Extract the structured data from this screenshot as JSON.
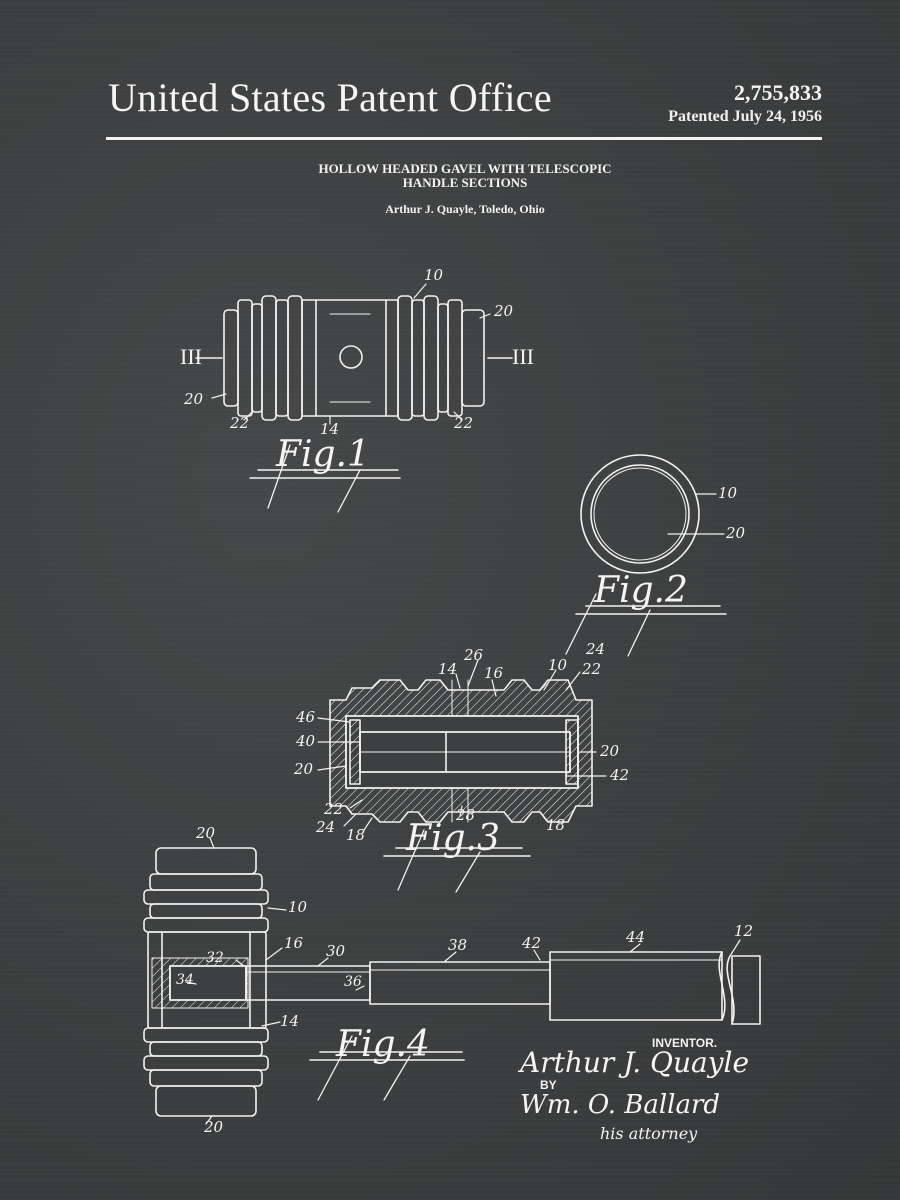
{
  "header": {
    "office": "United States Patent Office",
    "number": "2,755,833",
    "date": "Patented July 24, 1956"
  },
  "invention": {
    "title_line1": "HOLLOW HEADED GAVEL WITH TELESCOPIC",
    "title_line2": "HANDLE SECTIONS",
    "inventor_line": "Arthur J. Quayle, Toledo, Ohio"
  },
  "figures": {
    "fig1": {
      "label": "Fig.1",
      "section_left": "III",
      "section_right": "III",
      "refs": {
        "r10": "10",
        "r20a": "20",
        "r20b": "20",
        "r22a": "22",
        "r14": "14",
        "r22b": "22"
      }
    },
    "fig2": {
      "label": "Fig.2",
      "refs": {
        "r10": "10",
        "r20": "20",
        "r24": "24"
      }
    },
    "fig3": {
      "label": "Fig.3",
      "refs": {
        "r14": "14",
        "r26": "26",
        "r16": "16",
        "r10": "10",
        "r22": "22",
        "r46": "46",
        "r40": "40",
        "r20a": "20",
        "r20b": "20",
        "r42": "42",
        "r22b": "22",
        "r24": "24",
        "r18a": "18",
        "r28": "28",
        "r18b": "18"
      }
    },
    "fig4": {
      "label": "Fig.4",
      "refs": {
        "r20a": "20",
        "r10": "10",
        "r16": "16",
        "r30": "30",
        "r38": "38",
        "r42": "42",
        "r44": "44",
        "r12": "12",
        "r32": "32",
        "r34": "34",
        "r36": "36",
        "r14": "14",
        "r20b": "20"
      }
    }
  },
  "signature": {
    "inventor_label": "INVENTOR.",
    "inventor_name": "Arthur J. Quayle",
    "by": "BY",
    "attorney_name": "Wm. O. Ballard",
    "attorney_role": "his attorney"
  },
  "colors": {
    "background": "#3d3f40",
    "ink": "#f2f2f2"
  }
}
